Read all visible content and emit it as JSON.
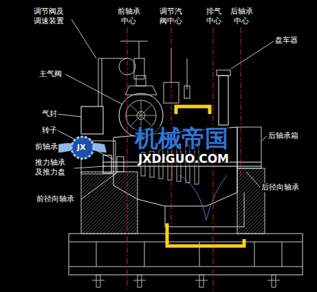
{
  "diagram": {
    "labels": [
      "调节阀及 调速装置",
      "前轴承 中心",
      "调节汽 阀中心",
      "排气 中心",
      "后轴承 中心",
      "盘车器",
      "主气阀",
      "气封",
      "转子",
      "前轴承",
      "推力轴承 及推力盘",
      "前径向轴承",
      "后轴承箱",
      "后径向轴承",
      "机械帝国",
      "JXDIGUO.COM",
      "JX"
    ]
  }
}
